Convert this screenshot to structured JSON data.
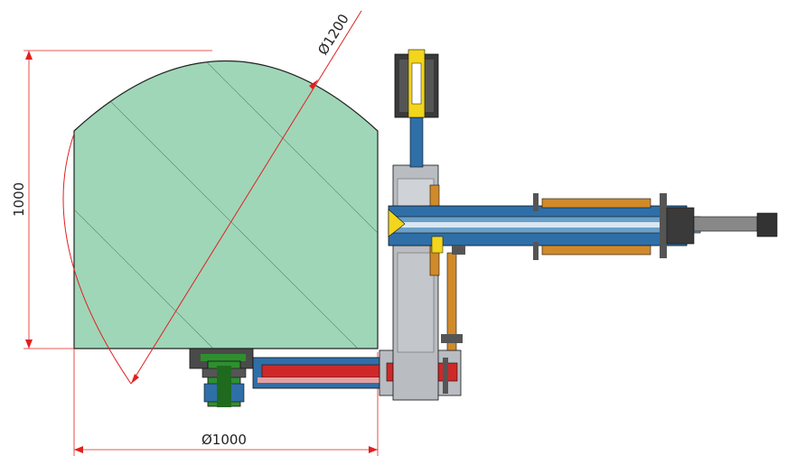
{
  "dimensions": {
    "height_label": "1000",
    "diameter_outer_label": "Ø1200",
    "diameter_bottom_label": "Ø1000"
  },
  "colors": {
    "vessel_fill": "#9fd6b8",
    "dimension_red": "#e02020",
    "steel_blue": "#2f6fa8",
    "grey_body": "#b9bcc0",
    "orange_part": "#d18a2a",
    "yellow_part": "#f2d51c",
    "green_part": "#2f8f2f",
    "dark_part": "#333333",
    "outline": "#222222"
  }
}
